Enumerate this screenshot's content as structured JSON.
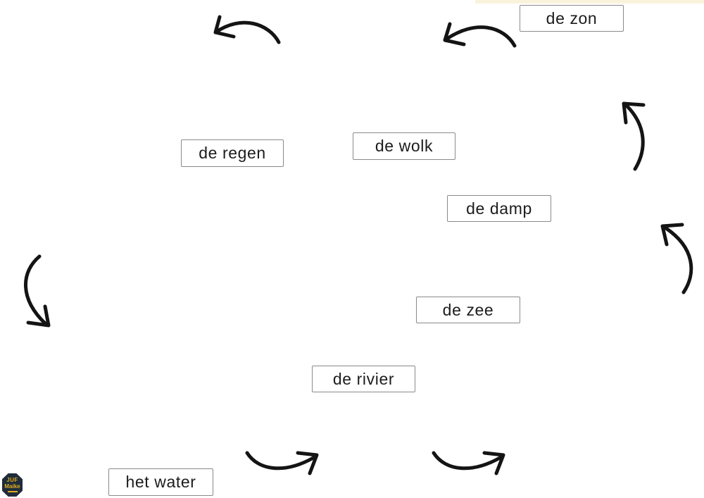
{
  "page": {
    "background_color": "#ffffff",
    "top_strip_color": "#faf3dc",
    "arrow_color": "#141414",
    "box_border_color": "#8a8a8a",
    "text_color": "#1c1c1c",
    "description": "Dutch water-cycle vocabulary diagram with draggable word cards and hand-drawn cycle arrows"
  },
  "labels": [
    {
      "id": "de-zon",
      "text": "de zon"
    },
    {
      "id": "de-regen",
      "text": "de regen"
    },
    {
      "id": "de-wolk",
      "text": "de wolk"
    },
    {
      "id": "de-damp",
      "text": "de damp"
    },
    {
      "id": "de-zee",
      "text": "de zee"
    },
    {
      "id": "de-rivier",
      "text": "de rivier"
    },
    {
      "id": "het-water",
      "text": "het water"
    }
  ],
  "arrows": [
    {
      "name": "arrow-top-left",
      "direction": "curving left, pointing down-left"
    },
    {
      "name": "arrow-top-center",
      "direction": "curving left, pointing down-left"
    },
    {
      "name": "arrow-right-upper",
      "direction": "curving up, pointing up-left"
    },
    {
      "name": "arrow-right-lower",
      "direction": "curving up, pointing up-left"
    },
    {
      "name": "arrow-left",
      "direction": "curving down, pointing down-right"
    },
    {
      "name": "arrow-bottom-left",
      "direction": "curving right, pointing up-right"
    },
    {
      "name": "arrow-bottom-right",
      "direction": "curving right, pointing up-right"
    }
  ],
  "logo": {
    "line1": "JUF",
    "line2": "Maike",
    "background": "#202c39",
    "foreground": "#e0ad1f"
  }
}
